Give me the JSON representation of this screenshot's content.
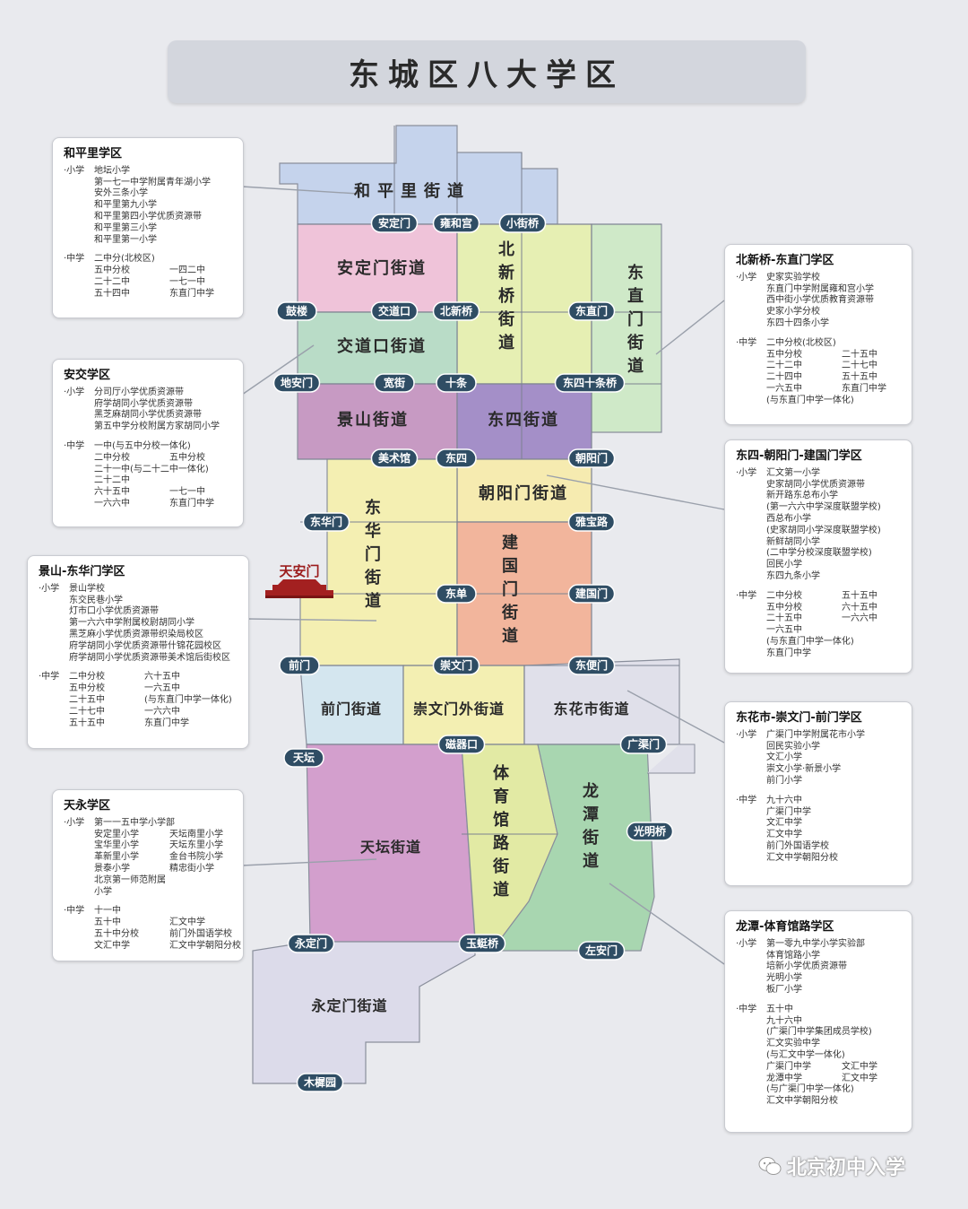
{
  "title": "东城区八大学区",
  "streets": [
    {
      "id": "hepingli",
      "name": "和平里街道"
    },
    {
      "id": "andingmen",
      "name": "安定门街道"
    },
    {
      "id": "beixinqiao",
      "name": "北新桥街道"
    },
    {
      "id": "dongzhimen",
      "name": "东直门街道"
    },
    {
      "id": "jiaodaokou",
      "name": "交道口街道"
    },
    {
      "id": "jingshan",
      "name": "景山街道"
    },
    {
      "id": "dongsi",
      "name": "东四街道"
    },
    {
      "id": "chaoyangmen",
      "name": "朝阳门街道"
    },
    {
      "id": "donghuamen",
      "name": "东华门街道"
    },
    {
      "id": "jianguomen",
      "name": "建国门街道"
    },
    {
      "id": "qianmen",
      "name": "前门街道"
    },
    {
      "id": "chongwenmenwai",
      "name": "崇文门外街道"
    },
    {
      "id": "donghuashi",
      "name": "东花市街道"
    },
    {
      "id": "tiantan",
      "name": "天坛街道"
    },
    {
      "id": "tiyuguanlu",
      "name": "体育馆路街道"
    },
    {
      "id": "longtan",
      "name": "龙潭街道"
    },
    {
      "id": "yongdingmen",
      "name": "永定门街道"
    }
  ],
  "landmark": "天安门",
  "nodes": [
    "安定门",
    "雍和宫",
    "小街桥",
    "鼓楼",
    "交道口",
    "北新桥",
    "东直门",
    "地安门",
    "宽街",
    "十条",
    "东四十条桥",
    "美术馆",
    "东四",
    "朝阳门",
    "东华门",
    "雅宝路",
    "东单",
    "建国门",
    "前门",
    "崇文门",
    "东便门",
    "天坛",
    "磁器口",
    "广渠门",
    "光明桥",
    "永定门",
    "玉蜓桥",
    "左安门",
    "木樨园"
  ],
  "colors": {
    "hepingli": "#c5d3ec",
    "andingmen": "#efc3d9",
    "beixinqiao": "#e6efb3",
    "dongzhimen": "#cfe9c8",
    "jiaodaokou": "#b9dcc7",
    "jingshan": "#c79ac3",
    "dongsi": "#a48fc8",
    "chaoyangmen": "#f6ebb0",
    "donghuamen": "#f4efb2",
    "jianguomen": "#f2b59c",
    "qianmen": "#d4e6ef",
    "chongwenmenwai": "#f3efb2",
    "donghuashi": "#e0e0ea",
    "tiantan": "#d39fcd",
    "tiyuguanlu": "#e2eaa4",
    "longtan": "#a8d6b0",
    "yongdingmen": "#dcdbea",
    "node": "#2f4d64"
  },
  "panels": [
    {
      "id": "hepingli",
      "title": "和平里学区",
      "primary_label": "·小学",
      "primary": [
        "地坛小学",
        "第一七一中学附属青年湖小学",
        "安外三条小学",
        "和平里第九小学",
        "和平里第四小学优质资源带",
        "和平里第三小学",
        "和平里第一小学"
      ],
      "middle_label": "·中学",
      "middle_first": "二中分(北校区)",
      "middle": [
        [
          "五中分校",
          "一四二中"
        ],
        [
          "二十二中",
          "一七一中"
        ],
        [
          "五十四中",
          "东直门中学"
        ]
      ]
    },
    {
      "id": "anjiao",
      "title": "安交学区",
      "primary_label": "·小学",
      "primary": [
        "分司厅小学优质资源带",
        "府学胡同小学优质资源带",
        "黑芝麻胡同小学优质资源带",
        "第五中学分校附属方家胡同小学"
      ],
      "middle_label": "·中学",
      "middle_first": "一中(与五中分校一体化)",
      "middle": [
        [
          "二中分校",
          "五中分校"
        ],
        [
          "二十一中(与二十二中一体化)",
          ""
        ],
        [
          "二十二中",
          ""
        ],
        [
          "六十五中",
          "一七一中"
        ],
        [
          "一六六中",
          "东直门中学"
        ]
      ]
    },
    {
      "id": "jingshan",
      "title": "景山-东华门学区",
      "primary_label": "·小学",
      "primary": [
        "景山学校",
        "东交民巷小学",
        "灯市口小学优质资源带",
        "第一六六中学附属校尉胡同小学",
        "黑芝麻小学优质资源带织染局校区",
        "府学胡同小学优质资源带什锦花园校区",
        "府学胡同小学优质资源带美术馆后街校区"
      ],
      "middle_label": "·中学",
      "middle_first": "",
      "middle": [
        [
          "二中分校",
          "六十五中"
        ],
        [
          "五中分校",
          "一六五中"
        ],
        [
          "二十五中",
          "(与东直门中学一体化)"
        ],
        [
          "二十七中",
          "一六六中"
        ],
        [
          "五十五中",
          "东直门中学"
        ]
      ]
    },
    {
      "id": "tianyong",
      "title": "天永学区",
      "primary_label": "·小学",
      "primary_first": "第一一五中学小学部",
      "primary": [
        [
          "安定里小学",
          "天坛南里小学"
        ],
        [
          "宝华里小学",
          "天坛东里小学"
        ],
        [
          "革新里小学",
          "金台书院小学"
        ],
        [
          "景泰小学",
          "精忠街小学"
        ],
        [
          "北京第一师范附属小学",
          ""
        ]
      ],
      "middle_label": "·中学",
      "middle_first": "十一中",
      "middle": [
        [
          "五十中",
          "汇文中学"
        ],
        [
          "五十中分校",
          "前门外国语学校"
        ],
        [
          "文汇中学",
          "汇文中学朝阳分校"
        ]
      ]
    },
    {
      "id": "beixinqiao",
      "title": "北新桥-东直门学区",
      "primary_label": "·小学",
      "primary": [
        "史家实验学校",
        "东直门中学附属雍和宫小学",
        "西中街小学优质教育资源带",
        "史家小学分校",
        "东四十四条小学"
      ],
      "middle_label": "·中学",
      "middle_first": "二中分校(北校区)",
      "middle": [
        [
          "五中分校",
          "二十五中"
        ],
        [
          "二十二中",
          "二十七中"
        ],
        [
          "二十四中",
          "五十五中"
        ],
        [
          "一六五中",
          "东直门中学"
        ],
        [
          "(与东直门中学一体化)",
          ""
        ]
      ]
    },
    {
      "id": "dongsi",
      "title": "东四-朝阳门-建国门学区",
      "primary_label": "·小学",
      "primary": [
        "汇文第一小学",
        "史家胡同小学优质资源带",
        "新开路东总布小学",
        "(第一六六中学深度联盟学校)",
        "西总布小学",
        "(史家胡同小学深度联盟学校)",
        "新鲜胡同小学",
        "(二中学分校深度联盟学校)",
        "回民小学",
        "东四九条小学"
      ],
      "middle_label": "·中学",
      "middle_first": "",
      "middle": [
        [
          "二中分校",
          "五十五中"
        ],
        [
          "五中分校",
          "六十五中"
        ],
        [
          "二十五中",
          "一六六中"
        ],
        [
          "一六五中",
          ""
        ],
        [
          "(与东直门中学一体化)",
          ""
        ],
        [
          "东直门中学",
          ""
        ]
      ]
    },
    {
      "id": "donghuashi",
      "title": "东花市-崇文门-前门学区",
      "primary_label": "·小学",
      "primary": [
        "广渠门中学附属花市小学",
        "回民实验小学",
        "文汇小学",
        "崇文小学·新景小学",
        "前门小学"
      ],
      "middle_label": "·中学",
      "middle_first": "九十六中",
      "middle": [
        [
          "广渠门中学",
          ""
        ],
        [
          "文汇中学",
          ""
        ],
        [
          "汇文中学",
          ""
        ],
        [
          "前门外国语学校",
          ""
        ],
        [
          "汇文中学朝阳分校",
          ""
        ]
      ]
    },
    {
      "id": "longtan",
      "title": "龙潭-体育馆路学区",
      "primary_label": "·小学",
      "primary": [
        "第一零九中学小学实验部",
        "体育馆路小学",
        "培新小学优质资源带",
        "光明小学",
        "板厂小学"
      ],
      "middle_label": "·中学",
      "middle_first": "五十中",
      "middle": [
        [
          "九十六中",
          ""
        ],
        [
          "(广渠门中学集团成员学校)",
          ""
        ],
        [
          "汇文实验中学",
          ""
        ],
        [
          "(与汇文中学一体化)",
          ""
        ],
        [
          "广渠门中学",
          "文汇中学"
        ],
        [
          "龙潭中学",
          "汇文中学"
        ],
        [
          "(与广渠门中学一体化)",
          ""
        ],
        [
          "汇文中学朝阳分校",
          ""
        ]
      ]
    }
  ],
  "watermark": "北京初中入学"
}
